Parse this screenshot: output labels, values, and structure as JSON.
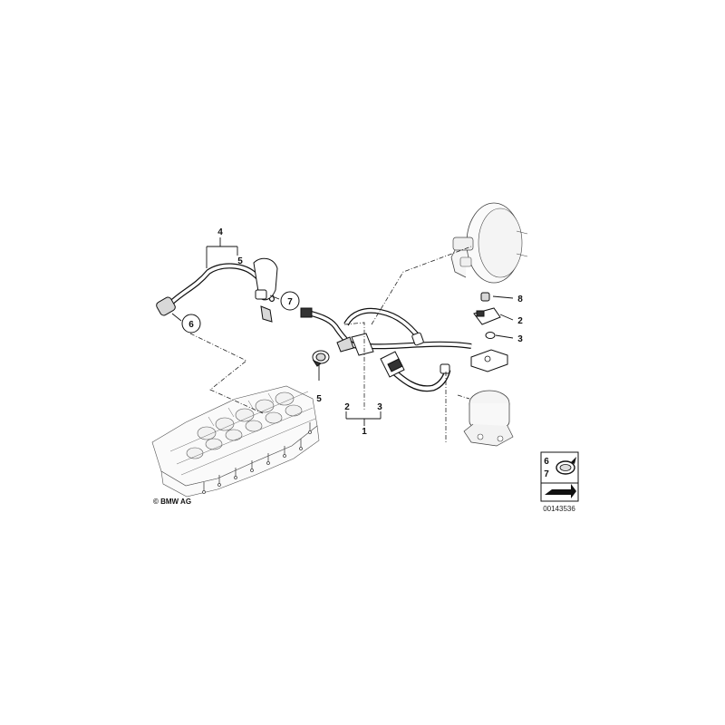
{
  "callouts": {
    "c1": "1",
    "c2a": "2",
    "c3a": "3",
    "c2b": "2",
    "c3b": "3",
    "c4": "4",
    "c5a": "5",
    "c5b": "5",
    "c6": "6",
    "c7": "7",
    "c8": "8"
  },
  "legend": {
    "n6": "6",
    "n7": "7",
    "id": "00143536"
  },
  "copyright": "© BMW AG"
}
